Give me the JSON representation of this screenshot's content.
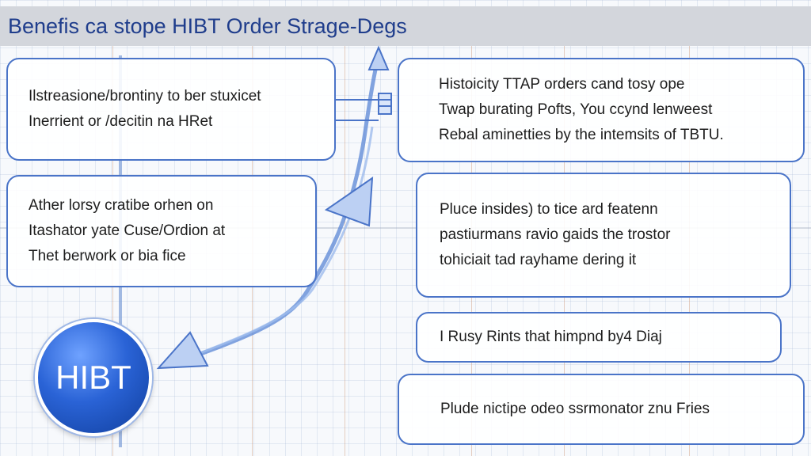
{
  "title": "Benefis ca stope HIBT Order Strage-Degs",
  "logo": "HIBT",
  "left_boxes": [
    "Ilstreasione/brontinу to ber stuxicet\nInerrient or /decitin na HRet",
    "Ather lorsy cratibe orhen on\nItashator yate Cuse/Ordion at\nThet berwork or bia fice"
  ],
  "right_boxes": [
    "Histoicity TTAP orders cand tosy ope\nTwap burating Pofts, You ccynd lenweest\nRebal aminetties by the intemsits of TBTU.",
    "Pluce insides) to tice ard featenn\npastiurmans ravio gaids the trostor\ntohiciait tad rayhame dering it",
    "I Rusy Rints that himpnd by4 Diaj",
    "Plude nictipe odeo ssrmonator znu Fries"
  ],
  "colors": {
    "accent": "#4a74c8",
    "title_text": "#1f3d8c",
    "title_bar": "#d3d6dc",
    "logo_fill": "#2a63d6"
  }
}
